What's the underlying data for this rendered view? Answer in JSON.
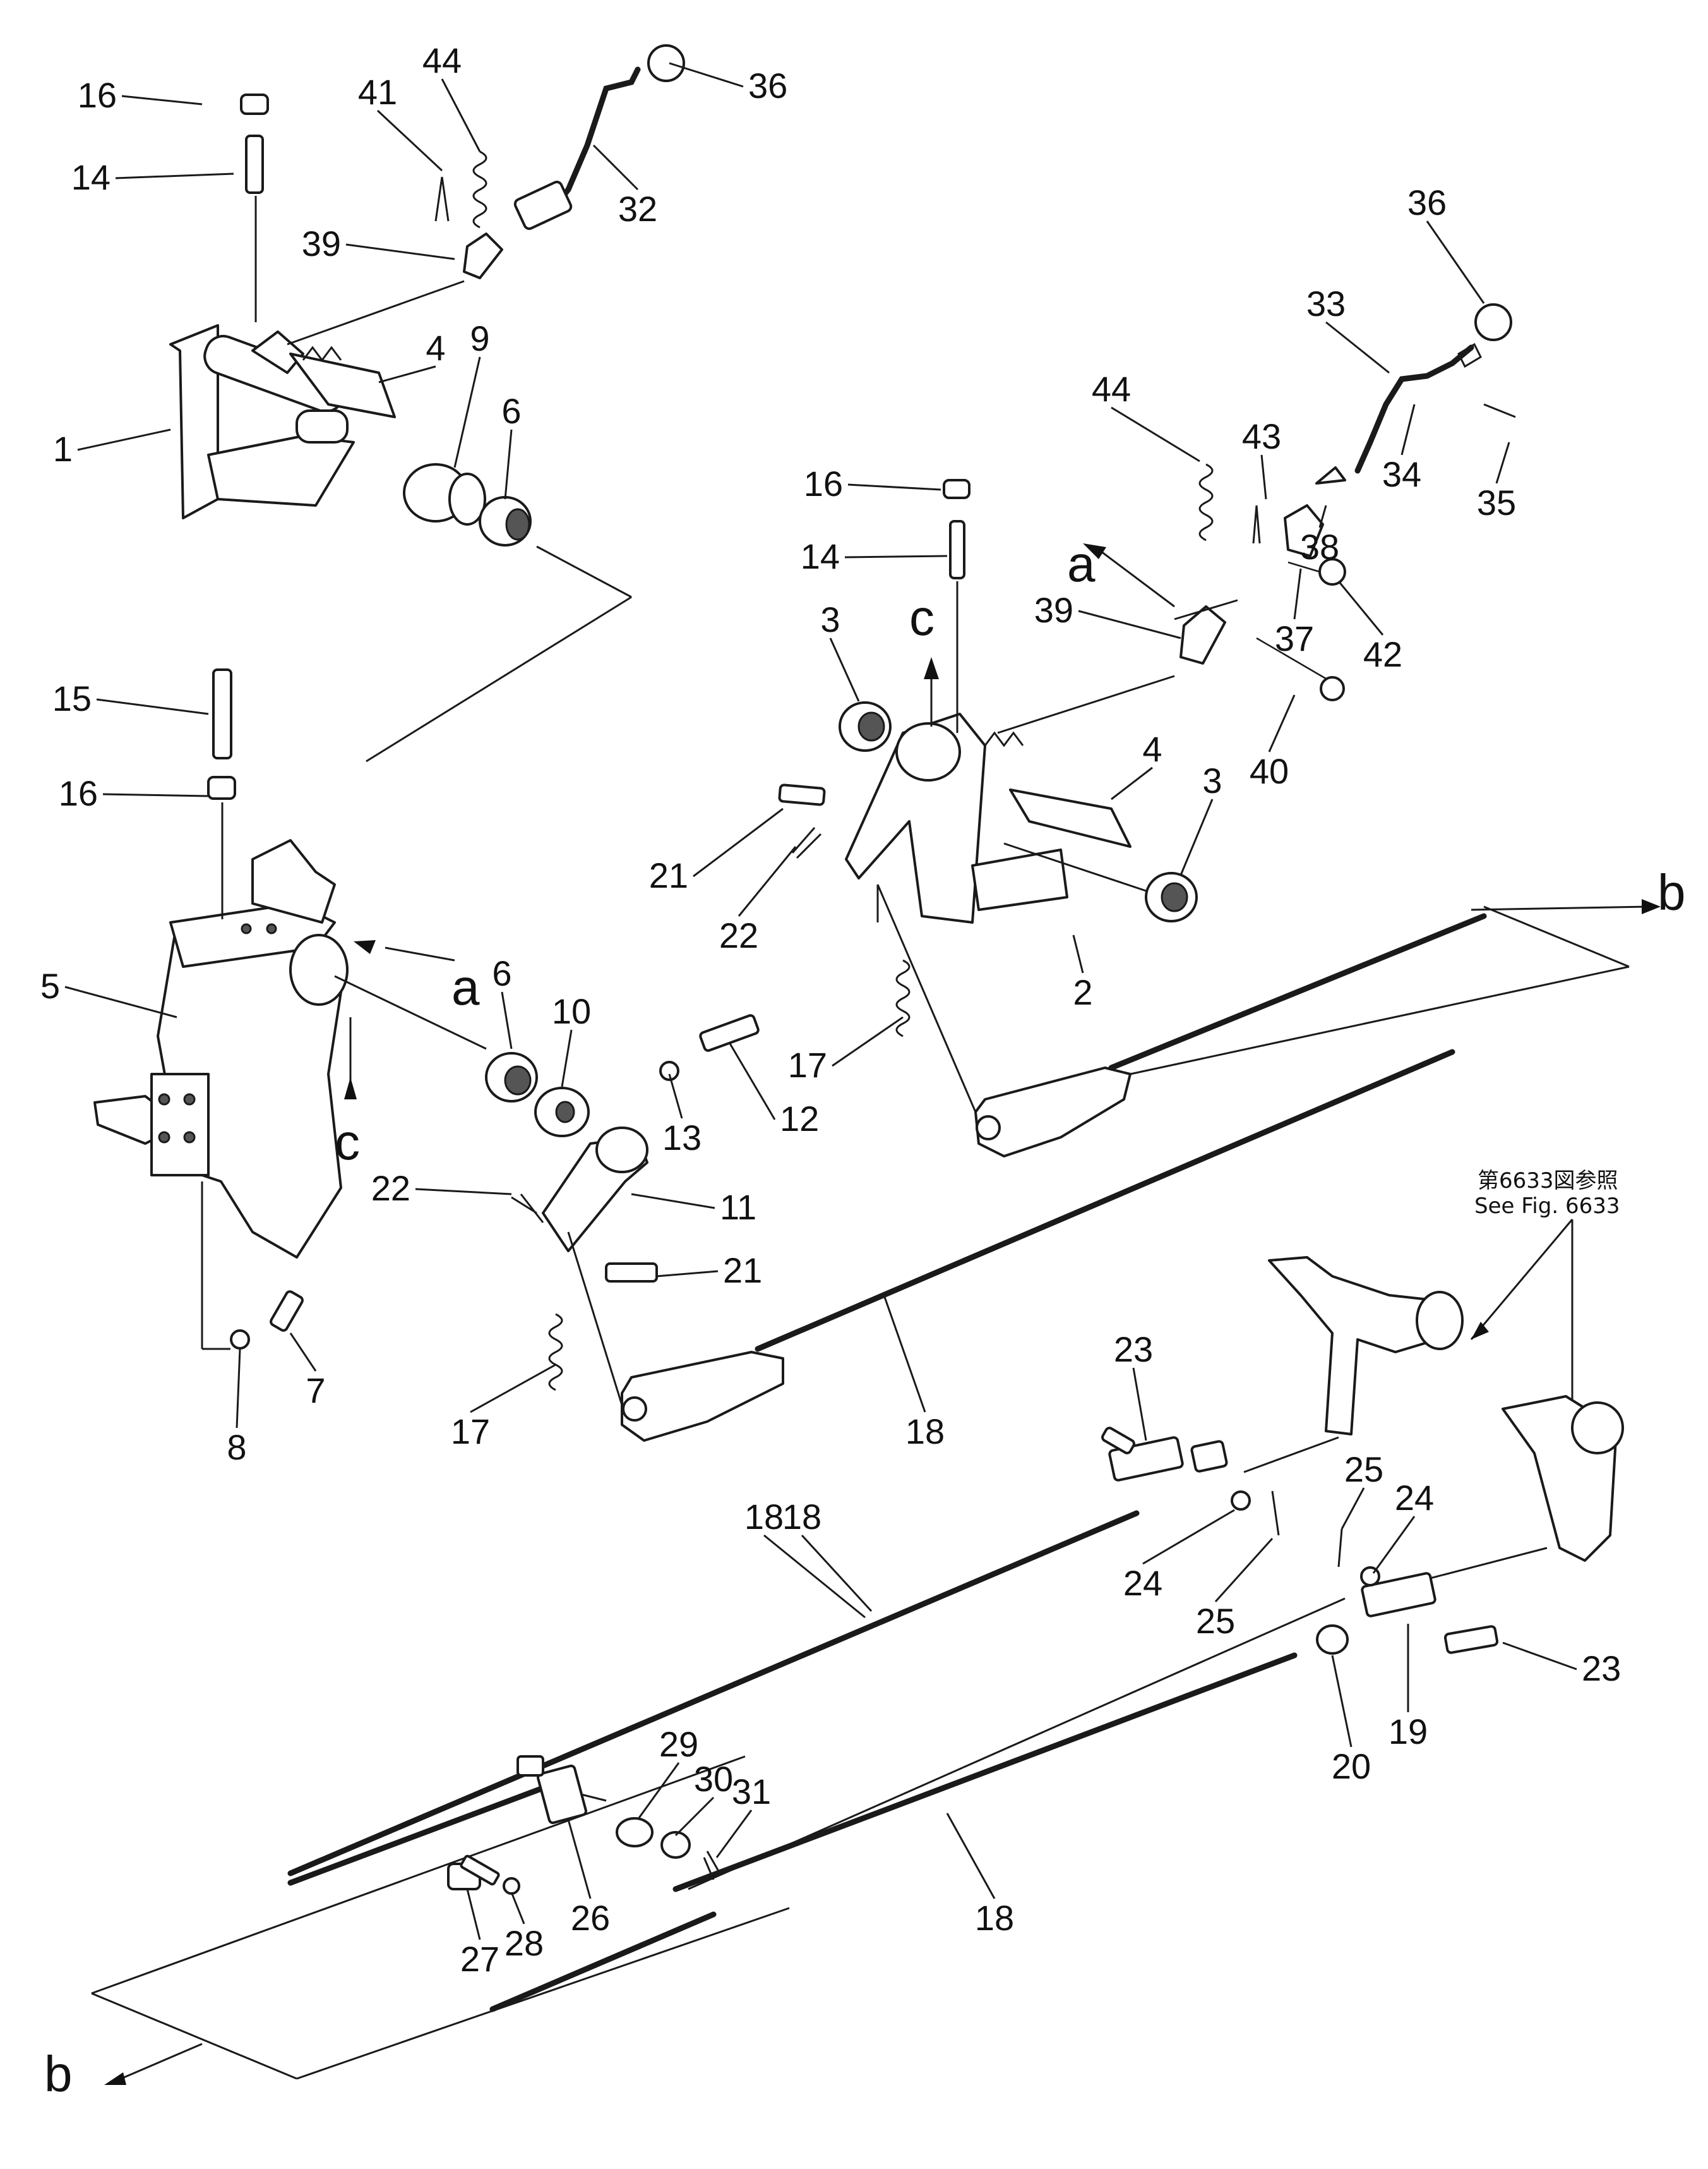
{
  "diagram": {
    "reference_note": {
      "line1": "第6633図参照",
      "line2": "See Fig. 6633"
    },
    "view_markers": {
      "a_top": "a",
      "a_mid": "a",
      "c_top": "c",
      "c_mid": "c",
      "b_right": "b",
      "b_left": "b"
    },
    "callouts": [
      "16",
      "14",
      "41",
      "44",
      "36",
      "32",
      "39",
      "4",
      "9",
      "6",
      "1",
      "36",
      "33",
      "34",
      "35",
      "38",
      "44",
      "43",
      "16",
      "14",
      "3",
      "42",
      "37",
      "39",
      "40",
      "4",
      "3",
      "2",
      "21",
      "22",
      "17",
      "15",
      "16",
      "5",
      "6",
      "10",
      "13",
      "12",
      "11",
      "22",
      "21",
      "7",
      "8",
      "17",
      "18",
      "18",
      "23",
      "24",
      "25",
      "25",
      "24",
      "23",
      "19",
      "20",
      "18",
      "29",
      "30",
      "31",
      "26",
      "27",
      "28",
      "18"
    ]
  }
}
